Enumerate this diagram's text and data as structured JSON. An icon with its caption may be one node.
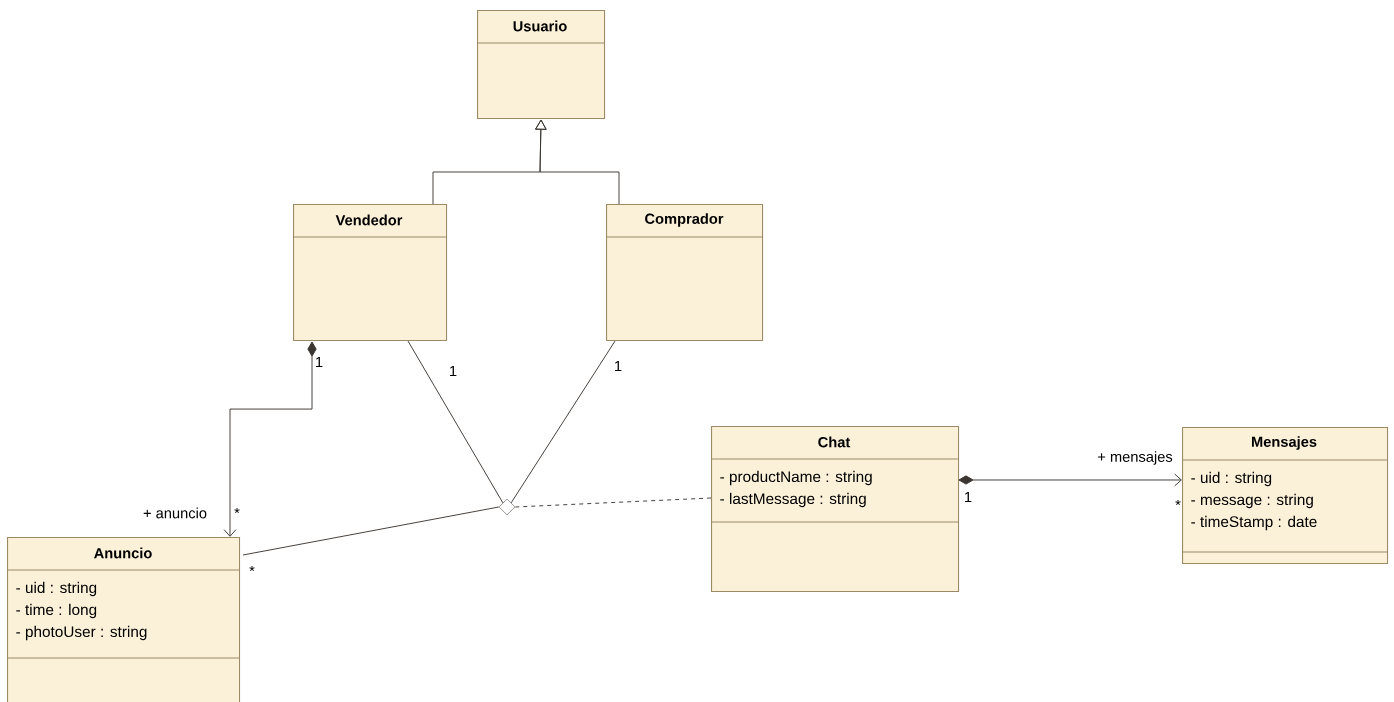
{
  "diagram": {
    "nodes": [
      {
        "text": [
          "Usuario"
        ]
      },
      {
        "text": [
          "Vendedor"
        ]
      },
      {
        "text": [
          "Comprador"
        ]
      },
      {
        "text": [
          "Chat",
          "- productName : string",
          "- lastMessage : string"
        ]
      },
      {
        "text": [
          "Mensajes",
          "- uid : string",
          "- message : string",
          "- timeStamp : date"
        ]
      },
      {
        "text": [
          "Anuncio",
          "- uid : string",
          "- time : long",
          "- photoUser : string"
        ]
      },
      {
        "text": [],
        "shape": "diamond"
      }
    ],
    "edges": [
      {
        "from": 1,
        "to": 0,
        "arrow": "to"
      },
      {
        "from": 2,
        "to": 0,
        "arrow": "to"
      },
      {
        "from": 1,
        "to": 5,
        "arrow": "to",
        "label": "+ anuncio"
      },
      {
        "from": 3,
        "to": 4,
        "arrow": "to",
        "label": "+ mensajes"
      },
      {
        "from": 1,
        "to": 6,
        "arrow": "none"
      },
      {
        "from": 2,
        "to": 6,
        "arrow": "none"
      },
      {
        "from": 5,
        "to": 6,
        "arrow": "none"
      },
      {
        "from": 6,
        "to": 3,
        "arrow": "none",
        "style": "dashed"
      }
    ],
    "labels": [
      "1",
      "1",
      "1",
      "1",
      "*",
      "*",
      "*"
    ]
  }
}
